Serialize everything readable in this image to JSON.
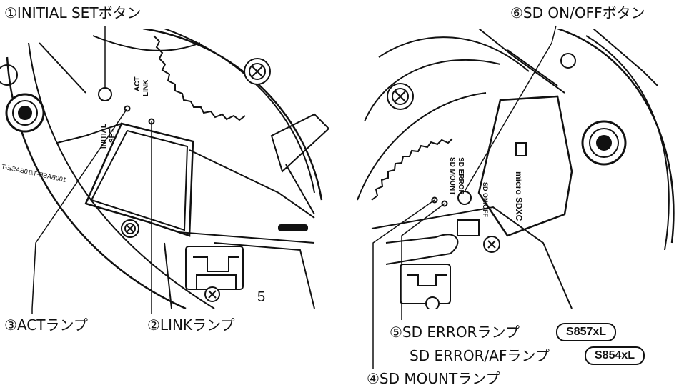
{
  "labels": {
    "initial_set_button": "①INITIAL SETボタン",
    "sd_onoff_button": "⑥SD ON/OFFボタン",
    "act_lamp": "③ACTランプ",
    "link_lamp": "②LINKランプ",
    "sd_error_lamp": "⑤SD ERRORランプ",
    "sd_error_af_lamp": "SD ERROR/AFランプ",
    "sd_mount_lamp": "④SD MOUNTランプ"
  },
  "badges": {
    "model_857": "S857xL",
    "model_854": "S854xL"
  },
  "printed_markings": {
    "initial_set": [
      "INITIAL",
      "SET"
    ],
    "act": "ACT",
    "link": "LINK",
    "eth": "100BASE-T/10BASE-T",
    "sd_error": "SD ERROR",
    "sd_mount": "SD MOUNT",
    "sd_onoff": "SD ON/OFF",
    "micro_sd": "micro SDXC",
    "digit": "5"
  }
}
